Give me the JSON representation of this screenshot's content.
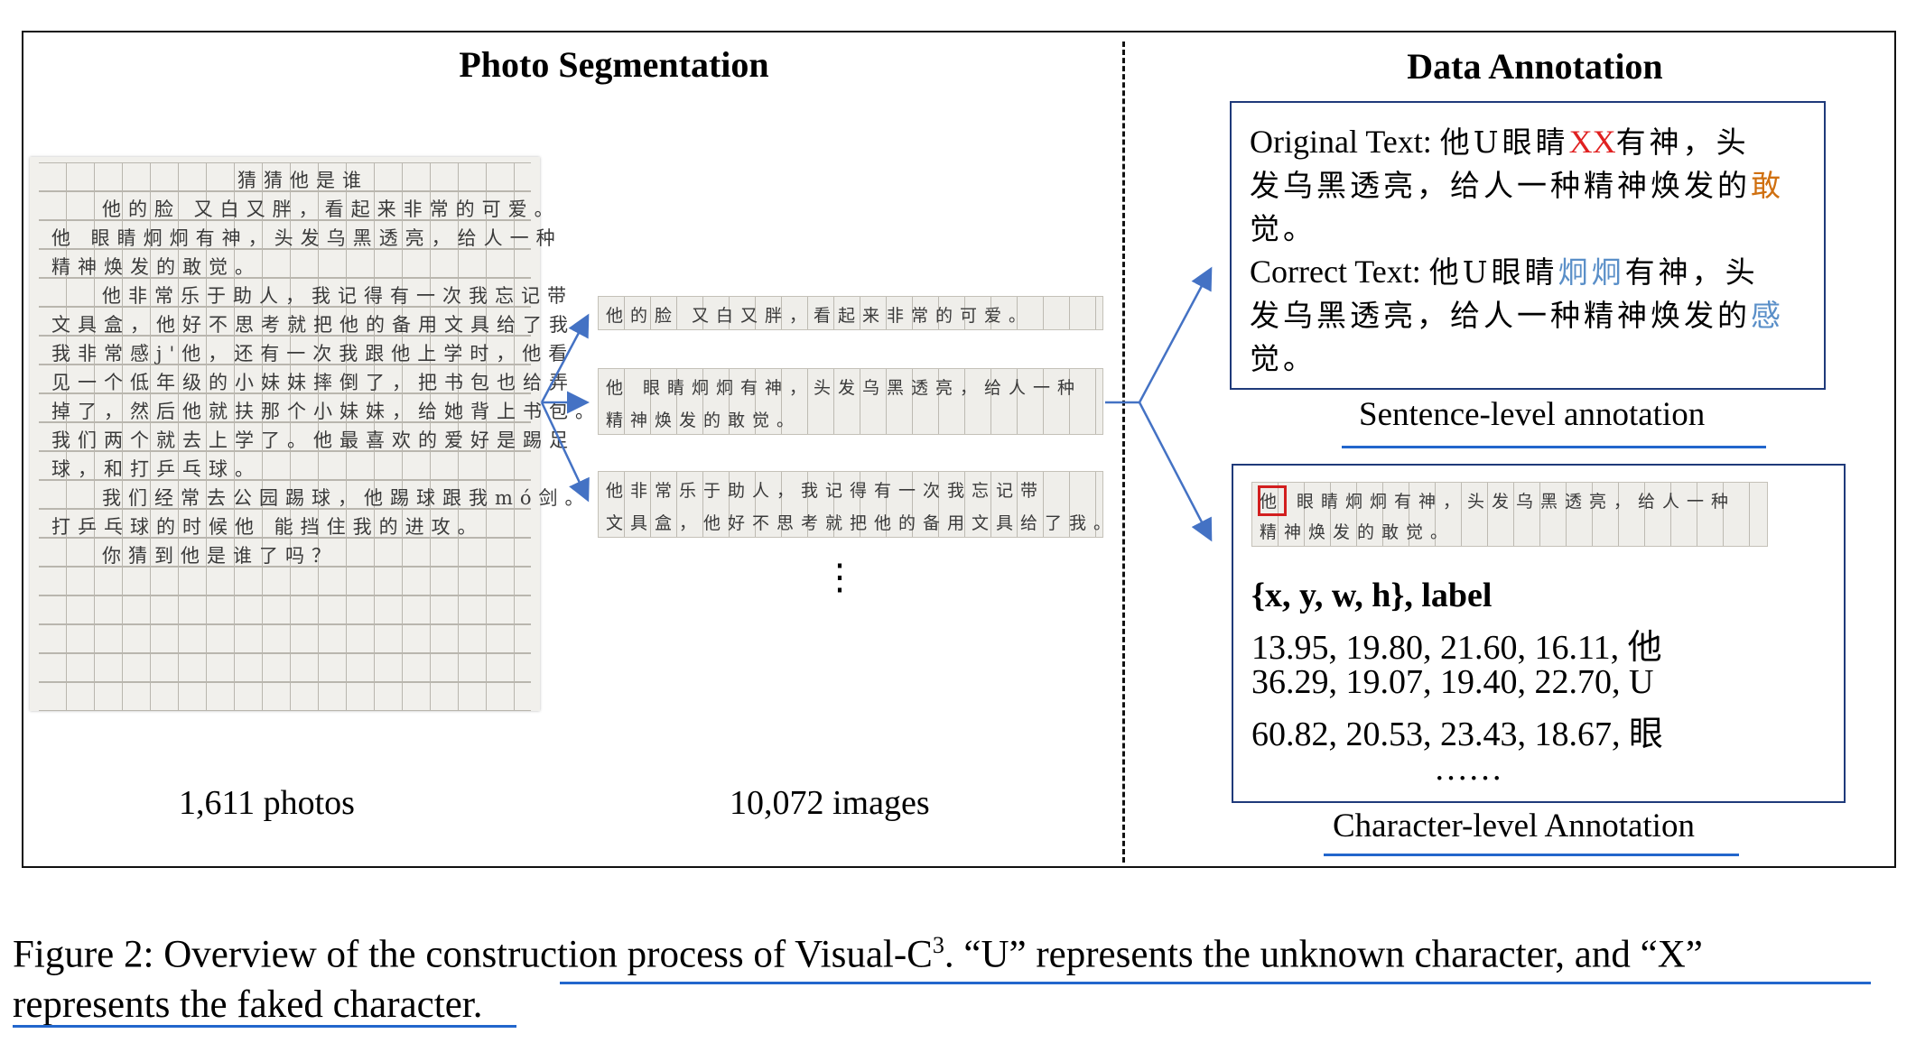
{
  "left_panel": {
    "title": "Photo Segmentation",
    "photos_count": "1,611 photos",
    "images_count": "10,072 images",
    "ellipsis": "⋮",
    "photo_lines": [
      "猜猜他是谁",
      "他的脸  又白又胖，看起来非常的可爱。",
      "他  眼睛炯炯有神，头发乌黑透亮，给人一种",
      "精神焕发的敢觉。",
      "他非常乐于助人，我记得有一次我忘记带",
      "文具盒，他好不思考就把他的备用文具给了我。",
      "我非常感j'他，还有一次我跟他上学时，他看",
      "见一个低年级的小妹妹摔倒了，把书包也给弄",
      "掉了，然后他就扶那个小妹妹，给她背上书包。",
      "我们两个就去上学了。他最喜欢的爱好是踢足",
      "球，和打乒乓球。",
      "我们经常去公园踢球，他踢球跟我mó剑。",
      "打乒乓球的时候他  能挡住我的进攻。",
      "你猜到他是谁了吗？"
    ],
    "strip_lines": [
      [
        "他的脸  又白又胖，看起来非常的可爱。"
      ],
      [
        "他  眼睛炯炯有神，头发乌黑透亮，给人一种",
        "精神焕发的敢觉。"
      ],
      [
        "他非常乐于助人，我记得有一次我忘记带",
        "文具盒，他好不思考就把他的备用文具给了我。"
      ]
    ]
  },
  "right_panel": {
    "title": "Data Annotation",
    "sentence": {
      "original_label": "Original Text:",
      "original_pre": "他U眼睛",
      "original_fake": "XX",
      "original_mid": "有神，头",
      "original_line2_pre": "发乌黑透亮，给人一种精神焕发的",
      "original_wrong": "敢",
      "original_line3": "觉。",
      "correct_label": "Correct Text:",
      "correct_pre": "他U眼睛",
      "correct_fix": "炯炯",
      "correct_mid": "有神，头",
      "correct_line2_pre": "发乌黑透亮，给人一种精神焕发的",
      "correct_fix2": "感",
      "correct_line3": "觉。",
      "caption": "Sentence-level annotation"
    },
    "character": {
      "strip_lines": [
        "他  眼睛炯炯有神，头发乌黑透亮，给人一种",
        "精神焕发的敢觉。"
      ],
      "header": "{x, y, w, h}, label",
      "rows": [
        "13.95, 19.80, 21.60, 16.11, 他",
        "36.29, 19.07, 19.40, 22.70, U",
        "60.82, 20.53, 23.43, 18.67, 眼"
      ],
      "ellipsis": "……",
      "caption": "Character-level Annotation"
    }
  },
  "figure_caption": {
    "line1_pre": "Figure 2:  Overview of the construction process of Visual-C",
    "sup": "3",
    "line1_post": ".  “U” represents the unknown character, and “X”",
    "line2": "represents the faked character."
  },
  "colors": {
    "arrow": "#4472c4",
    "underline": "#2266cc",
    "fake_red": "#e02020",
    "wrong_orange": "#d07010",
    "fix_blue": "#5a8fc8"
  }
}
